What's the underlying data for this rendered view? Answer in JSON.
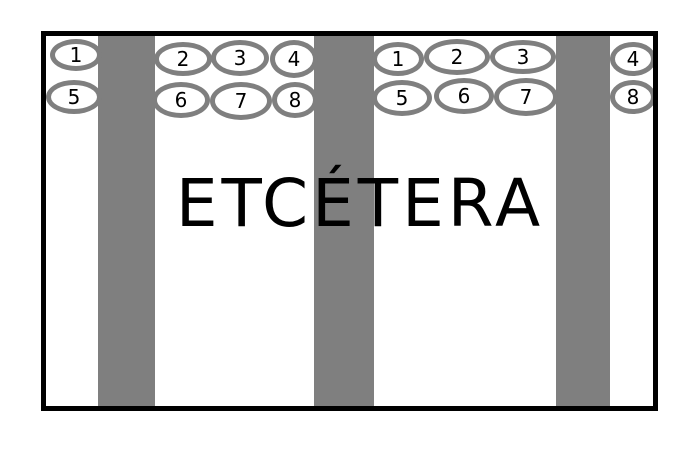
{
  "colors": {
    "frame": "#000000",
    "pillar": "#7f7f7f",
    "seat_border": "#7f7f7f",
    "background": "#ffffff"
  },
  "seats": {
    "g1": [
      "1",
      "5"
    ],
    "g2": [
      "2",
      "3",
      "4",
      "6",
      "7",
      "8"
    ],
    "g3": [
      "1",
      "2",
      "3",
      "5",
      "6",
      "7"
    ],
    "g4": [
      "4",
      "8"
    ]
  },
  "caption": "ETCÉTERA"
}
